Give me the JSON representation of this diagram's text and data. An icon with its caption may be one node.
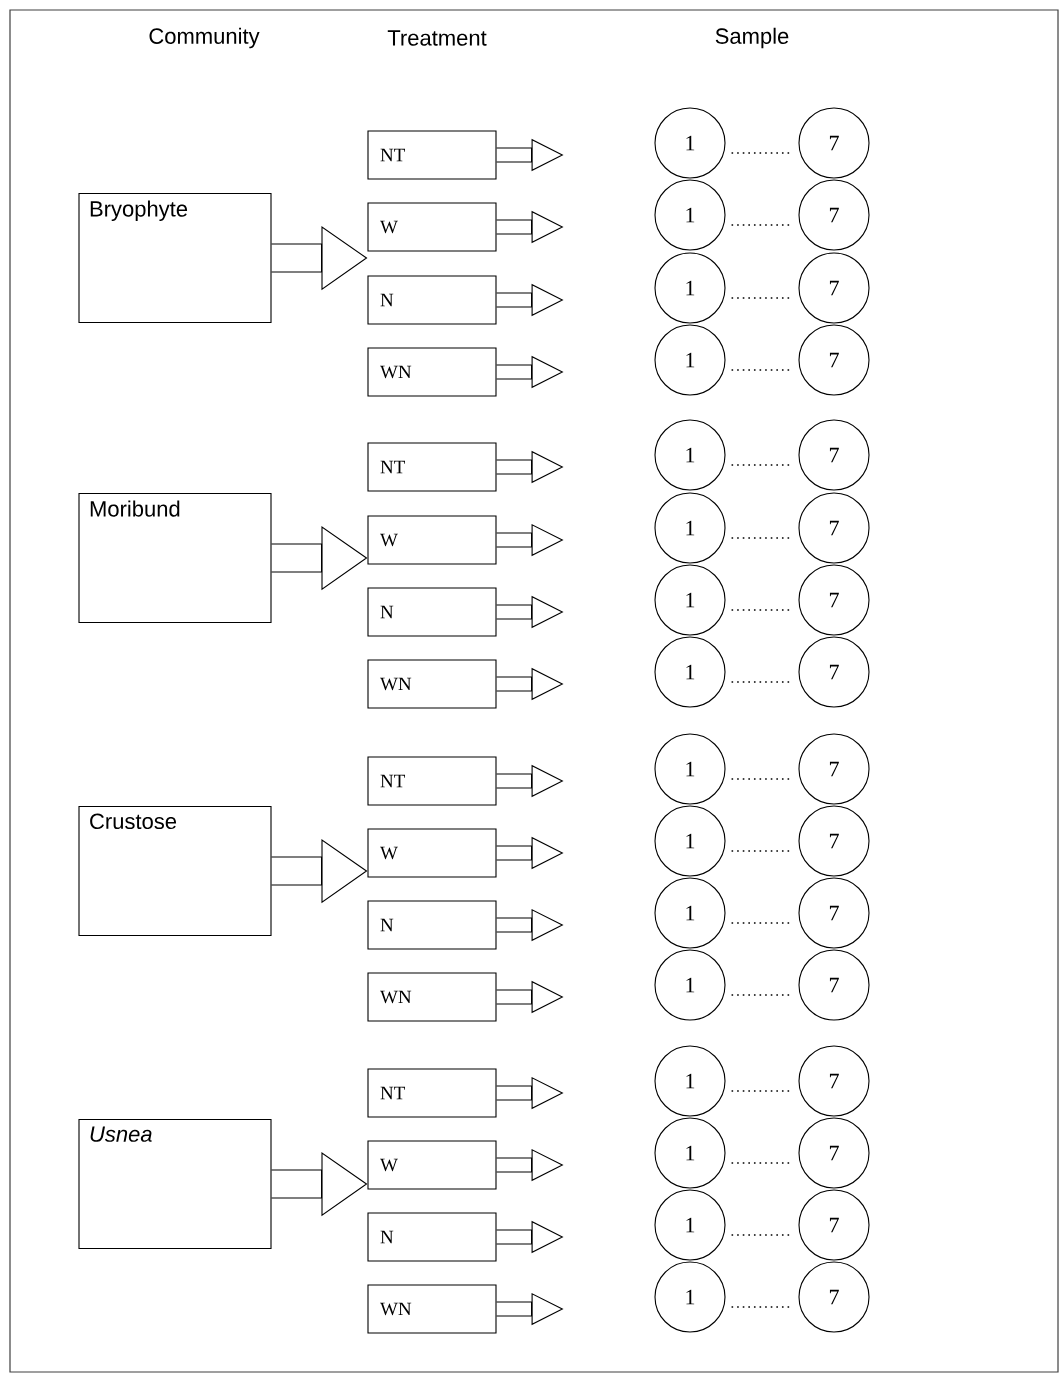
{
  "diagram": {
    "nodes": [
      {
        "text": [
          "Bryophyte"
        ]
      },
      {
        "text": [
          "NT"
        ]
      },
      {
        "text": [
          "1"
        ]
      },
      {
        "text": [
          "7"
        ]
      },
      {
        "text": [
          "W"
        ]
      },
      {
        "text": [
          "1"
        ]
      },
      {
        "text": [
          "7"
        ]
      },
      {
        "text": [
          "N"
        ]
      },
      {
        "text": [
          "1"
        ]
      },
      {
        "text": [
          "7"
        ]
      },
      {
        "text": [
          "WN"
        ]
      },
      {
        "text": [
          "1"
        ]
      },
      {
        "text": [
          "7"
        ]
      },
      {
        "text": [
          "Moribund"
        ]
      },
      {
        "text": [
          "NT"
        ]
      },
      {
        "text": [
          "1"
        ]
      },
      {
        "text": [
          "7"
        ]
      },
      {
        "text": [
          "W"
        ]
      },
      {
        "text": [
          "1"
        ]
      },
      {
        "text": [
          "7"
        ]
      },
      {
        "text": [
          "N"
        ]
      },
      {
        "text": [
          "1"
        ]
      },
      {
        "text": [
          "7"
        ]
      },
      {
        "text": [
          "WN"
        ]
      },
      {
        "text": [
          "1"
        ]
      },
      {
        "text": [
          "7"
        ]
      },
      {
        "text": [
          "Crustose"
        ]
      },
      {
        "text": [
          "NT"
        ]
      },
      {
        "text": [
          "1"
        ]
      },
      {
        "text": [
          "7"
        ]
      },
      {
        "text": [
          "W"
        ]
      },
      {
        "text": [
          "1"
        ]
      },
      {
        "text": [
          "7"
        ]
      },
      {
        "text": [
          "N"
        ]
      },
      {
        "text": [
          "1"
        ]
      },
      {
        "text": [
          "7"
        ]
      },
      {
        "text": [
          "WN"
        ]
      },
      {
        "text": [
          "1"
        ]
      },
      {
        "text": [
          "7"
        ]
      },
      {
        "text": [
          "Usnea"
        ]
      },
      {
        "text": [
          "NT"
        ]
      },
      {
        "text": [
          "1"
        ]
      },
      {
        "text": [
          "7"
        ]
      },
      {
        "text": [
          "W"
        ]
      },
      {
        "text": [
          "1"
        ]
      },
      {
        "text": [
          "7"
        ]
      },
      {
        "text": [
          "N"
        ]
      },
      {
        "text": [
          "1"
        ]
      },
      {
        "text": [
          "7"
        ]
      },
      {
        "text": [
          "WN"
        ]
      },
      {
        "text": [
          "1"
        ]
      },
      {
        "text": [
          "7"
        ]
      }
    ],
    "edges": [
      {
        "from": 0,
        "to": 4,
        "arrow": "to"
      },
      {
        "from": 1,
        "to": null,
        "arrow": "to"
      },
      {
        "from": 2,
        "to": 3,
        "arrow": "none",
        "style": "dashed"
      },
      {
        "from": 4,
        "to": null,
        "arrow": "to"
      },
      {
        "from": 5,
        "to": 6,
        "arrow": "none",
        "style": "dashed"
      },
      {
        "from": 7,
        "to": null,
        "arrow": "to"
      },
      {
        "from": 8,
        "to": 9,
        "arrow": "none",
        "style": "dashed"
      },
      {
        "from": 10,
        "to": null,
        "arrow": "to"
      },
      {
        "from": 11,
        "to": 12,
        "arrow": "none",
        "style": "dashed"
      },
      {
        "from": 13,
        "to": 17,
        "arrow": "to"
      },
      {
        "from": 14,
        "to": null,
        "arrow": "to"
      },
      {
        "from": 15,
        "to": 16,
        "arrow": "none",
        "style": "dashed"
      },
      {
        "from": 17,
        "to": null,
        "arrow": "to"
      },
      {
        "from": 18,
        "to": 19,
        "arrow": "none",
        "style": "dashed"
      },
      {
        "from": 20,
        "to": null,
        "arrow": "to"
      },
      {
        "from": 21,
        "to": 22,
        "arrow": "none",
        "style": "dashed"
      },
      {
        "from": 23,
        "to": null,
        "arrow": "to"
      },
      {
        "from": 24,
        "to": 25,
        "arrow": "none",
        "style": "dashed"
      },
      {
        "from": 26,
        "to": 30,
        "arrow": "to"
      },
      {
        "from": 27,
        "to": null,
        "arrow": "to"
      },
      {
        "from": 28,
        "to": 29,
        "arrow": "none",
        "style": "dashed"
      },
      {
        "from": 30,
        "to": null,
        "arrow": "to"
      },
      {
        "from": 31,
        "to": 32,
        "arrow": "none",
        "style": "dashed"
      },
      {
        "from": 33,
        "to": null,
        "arrow": "to"
      },
      {
        "from": 34,
        "to": 35,
        "arrow": "none",
        "style": "dashed"
      },
      {
        "from": 36,
        "to": null,
        "arrow": "to"
      },
      {
        "from": 37,
        "to": 38,
        "arrow": "none",
        "style": "dashed"
      },
      {
        "from": 39,
        "to": 43,
        "arrow": "to"
      },
      {
        "from": 40,
        "to": null,
        "arrow": "to"
      },
      {
        "from": 41,
        "to": 42,
        "arrow": "none",
        "style": "dashed"
      },
      {
        "from": 43,
        "to": null,
        "arrow": "to"
      },
      {
        "from": 44,
        "to": 45,
        "arrow": "none",
        "style": "dashed"
      },
      {
        "from": 46,
        "to": null,
        "arrow": "to"
      },
      {
        "from": 47,
        "to": 48,
        "arrow": "none",
        "style": "dashed"
      },
      {
        "from": 49,
        "to": null,
        "arrow": "to"
      },
      {
        "from": 50,
        "to": 51,
        "arrow": "none",
        "style": "dashed"
      }
    ],
    "labels": [
      "Community",
      "Treatment",
      "Sample"
    ]
  }
}
